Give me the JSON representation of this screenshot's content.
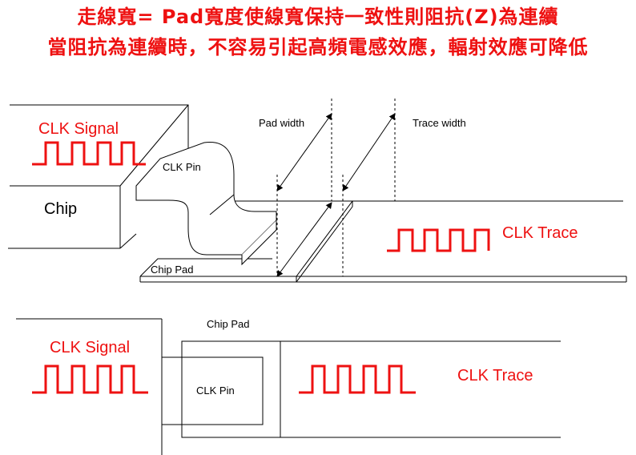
{
  "title": {
    "line1": "走線寬= Pad寬度使線寬保持一致性則阻抗(Z)為連續",
    "line2": "當阻抗為連續時，不容易引起高頻電感效應，輻射效應可降低"
  },
  "top_diagram": {
    "clk_signal": "CLK Signal",
    "chip": "Chip",
    "clk_pin": "CLK Pin",
    "chip_pad": "Chip Pad",
    "pad_width": "Pad width",
    "trace_width": "Trace width",
    "clk_trace": "CLK Trace"
  },
  "bottom_diagram": {
    "clk_signal": "CLK Signal",
    "chip_pad": "Chip Pad",
    "clk_pin": "CLK Pin",
    "clk_trace": "CLK Trace"
  },
  "colors": {
    "accent": "#ee1111",
    "line": "#000000"
  }
}
